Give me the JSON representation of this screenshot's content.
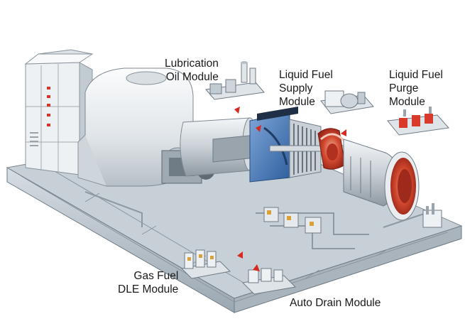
{
  "labels": {
    "lubrication": [
      "Lubrication",
      "Oil Module"
    ],
    "liquid_supply": [
      "Liquid Fuel",
      "Supply",
      "Module"
    ],
    "liquid_purge": [
      "Liquid Fuel",
      "Purge",
      "Module"
    ],
    "gas_fuel": [
      "Gas Fuel",
      "DLE Module"
    ],
    "auto_drain": "Auto Drain Module"
  },
  "colors": {
    "skid": "#b9c4ce",
    "casing": "#e8ecef",
    "blue_section": "#4a7fc0",
    "hot_section": "#c0392b",
    "arrow": "#d42a1f",
    "module_red": "#d83a2c"
  }
}
